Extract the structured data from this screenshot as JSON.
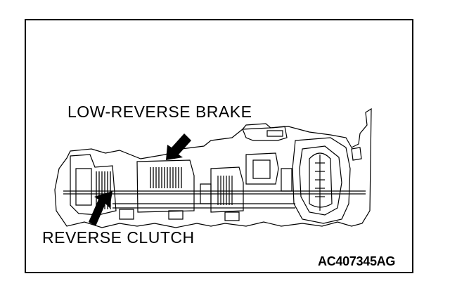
{
  "labels": {
    "low_reverse_brake": "LOW-REVERSE BRAKE",
    "reverse_clutch": "REVERSE CLUTCH",
    "figure_code": "AC407345AG"
  },
  "colors": {
    "line": "#000000",
    "background": "#ffffff"
  }
}
